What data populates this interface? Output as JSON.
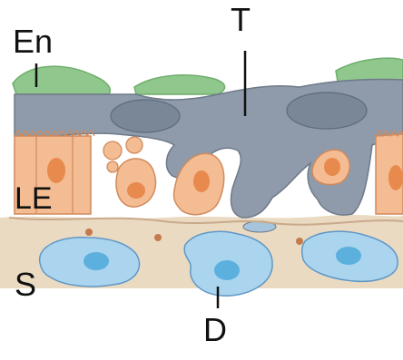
{
  "labels": {
    "en": "En",
    "t": "T",
    "le": "LE",
    "s": "S",
    "d": "D"
  },
  "colors": {
    "endothelium": "#8cc48a",
    "trophoblast": "#8e9aa8",
    "luminal_epithelium": "#f3b88e",
    "nucleus_epithelium": "#e58a50",
    "stroma_bg": "#e8d6bc",
    "decidual_cell": "#a9d3ec",
    "decidual_nucleus": "#5aaedb",
    "leader_line": "#111111"
  }
}
